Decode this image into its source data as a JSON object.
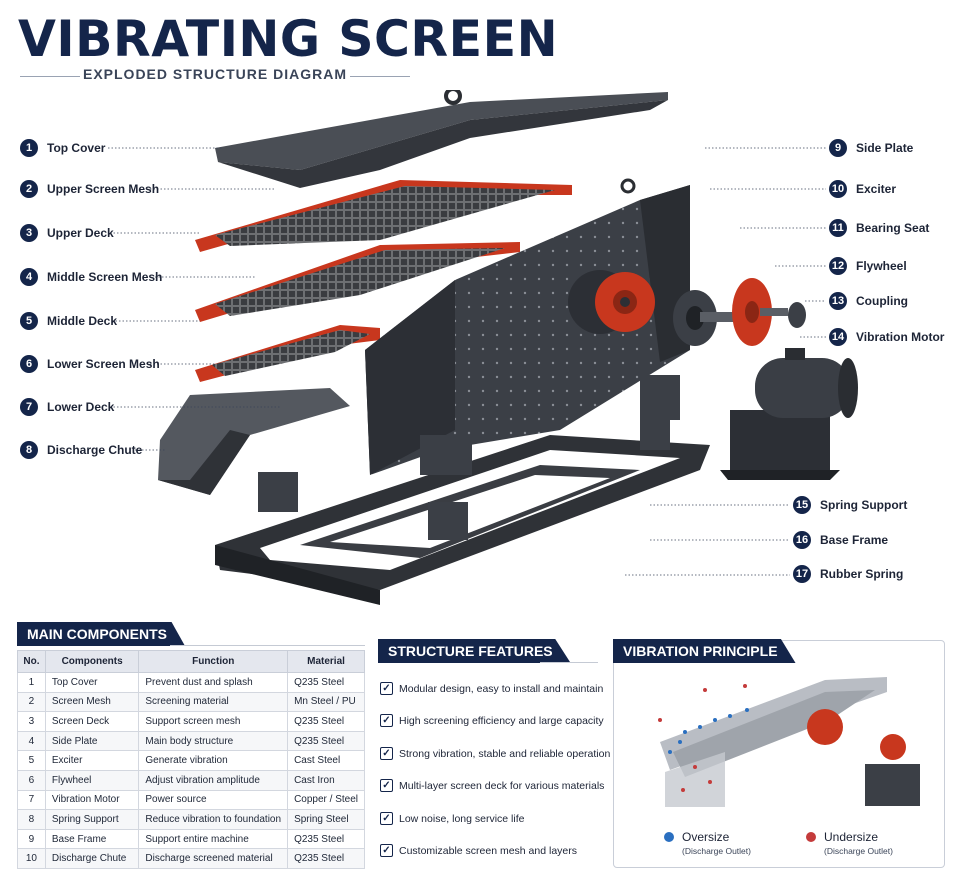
{
  "title": "VIBRATING SCREEN",
  "subtitle": "EXPLODED STRUCTURE DIAGRAM",
  "colors": {
    "navy": "#14254a",
    "mesh_red": "#c8371e",
    "steel": "#3b3f46",
    "oversize": "#2a6fc0",
    "undersize": "#c43b3b"
  },
  "callouts_left": [
    {
      "num": "1",
      "label": "Top Cover"
    },
    {
      "num": "2",
      "label": "Upper Screen Mesh"
    },
    {
      "num": "3",
      "label": "Upper Deck"
    },
    {
      "num": "4",
      "label": "Middle Screen Mesh"
    },
    {
      "num": "5",
      "label": "Middle Deck"
    },
    {
      "num": "6",
      "label": "Lower Screen Mesh"
    },
    {
      "num": "7",
      "label": "Lower Deck"
    },
    {
      "num": "8",
      "label": "Discharge Chute"
    }
  ],
  "callouts_right": [
    {
      "num": "9",
      "label": "Side Plate"
    },
    {
      "num": "10",
      "label": "Exciter"
    },
    {
      "num": "11",
      "label": "Bearing Seat"
    },
    {
      "num": "12",
      "label": "Flywheel"
    },
    {
      "num": "13",
      "label": "Coupling"
    },
    {
      "num": "14",
      "label": "Vibration Motor"
    }
  ],
  "callouts_bottom": [
    {
      "num": "15",
      "label": "Spring Support"
    },
    {
      "num": "16",
      "label": "Base Frame"
    },
    {
      "num": "17",
      "label": "Rubber Spring"
    }
  ],
  "components": {
    "heading": "MAIN COMPONENTS",
    "columns": [
      "No.",
      "Components",
      "Function",
      "Material"
    ],
    "rows": [
      [
        "1",
        "Top Cover",
        "Prevent dust and splash",
        "Q235 Steel"
      ],
      [
        "2",
        "Screen Mesh",
        "Screening material",
        "Mn Steel / PU"
      ],
      [
        "3",
        "Screen Deck",
        "Support screen mesh",
        "Q235 Steel"
      ],
      [
        "4",
        "Side Plate",
        "Main body structure",
        "Q235 Steel"
      ],
      [
        "5",
        "Exciter",
        "Generate vibration",
        "Cast Steel"
      ],
      [
        "6",
        "Flywheel",
        "Adjust vibration amplitude",
        "Cast Iron"
      ],
      [
        "7",
        "Vibration Motor",
        "Power source",
        "Copper / Steel"
      ],
      [
        "8",
        "Spring Support",
        "Reduce vibration to foundation",
        "Spring Steel"
      ],
      [
        "9",
        "Base Frame",
        "Support entire machine",
        "Q235 Steel"
      ],
      [
        "10",
        "Discharge Chute",
        "Discharge screened material",
        "Q235 Steel"
      ]
    ]
  },
  "features": {
    "heading": "STRUCTURE FEATURES",
    "items": [
      "Modular design, easy to install and maintain",
      "High screening efficiency and large capacity",
      "Strong vibration, stable and reliable operation",
      "Multi-layer screen deck for various materials",
      "Low noise, long service life",
      "Customizable screen mesh and layers"
    ]
  },
  "principle": {
    "heading": "VIBRATION PRINCIPLE",
    "legend": [
      {
        "label": "Oversize",
        "sub": "(Discharge Outlet)"
      },
      {
        "label": "Undersize",
        "sub": "(Discharge Outlet)"
      }
    ]
  }
}
